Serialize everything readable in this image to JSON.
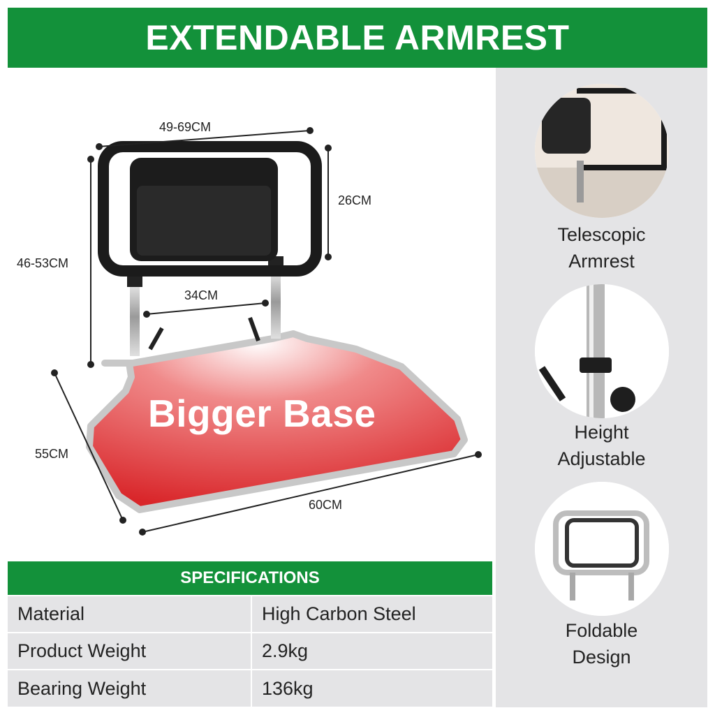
{
  "title": "EXTENDABLE ARMREST",
  "product": {
    "overlay_text": "Bigger Base",
    "dimensions": {
      "top_width": "49-69CM",
      "frame_height": "26CM",
      "total_height": "46-53CM",
      "leg_spacing": "34CM",
      "base_depth": "55CM",
      "base_width": "60CM"
    }
  },
  "features": [
    {
      "label_line1": "Telescopic",
      "label_line2": "Armrest",
      "icon": "telescopic-armrest-photo"
    },
    {
      "label_line1": "Height",
      "label_line2": "Adjustable",
      "icon": "height-adjustable-photo"
    },
    {
      "label_line1": "Foldable",
      "label_line2": "Design",
      "icon": "foldable-design-photo"
    }
  ],
  "specifications": {
    "heading": "SPECIFICATIONS",
    "rows": [
      {
        "key": "Material",
        "value": "High Carbon Steel"
      },
      {
        "key": "Product Weight",
        "value": "2.9kg"
      },
      {
        "key": "Bearing Weight",
        "value": "136kg"
      }
    ]
  },
  "colors": {
    "accent": "#13913a",
    "panel": "#e4e4e6",
    "base_gradient": "#d9262a"
  }
}
